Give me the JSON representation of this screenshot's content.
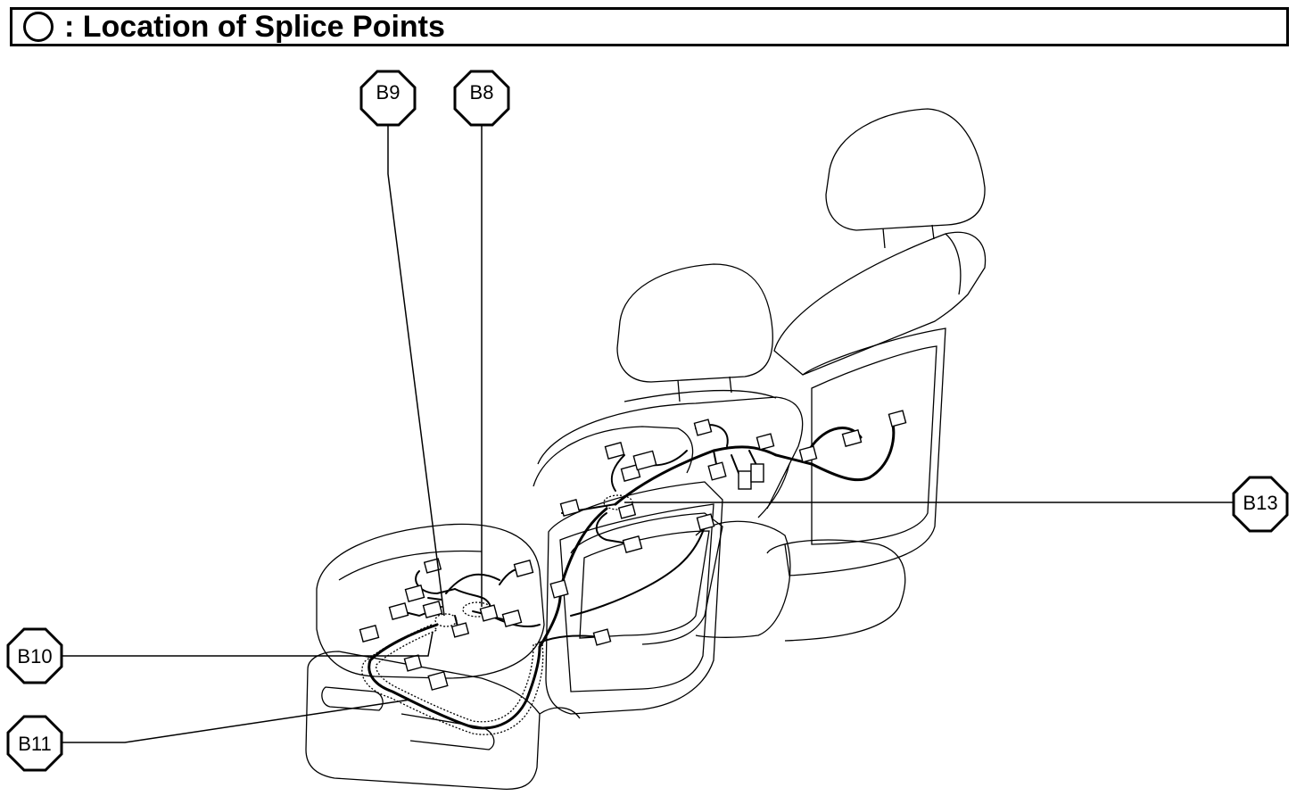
{
  "title": {
    "icon": "circle-icon",
    "text": ": Location of Splice Points"
  },
  "splice_points": [
    {
      "id": "b9",
      "label": "B9"
    },
    {
      "id": "b8",
      "label": "B8"
    },
    {
      "id": "b13",
      "label": "B13"
    },
    {
      "id": "b10",
      "label": "B10"
    },
    {
      "id": "b11",
      "label": "B11"
    }
  ],
  "colors": {
    "ink": "#000000",
    "background": "#ffffff"
  }
}
